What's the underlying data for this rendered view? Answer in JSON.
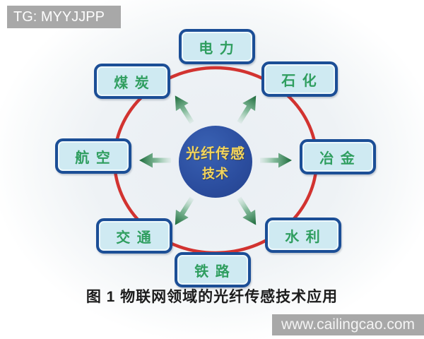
{
  "watermarks": {
    "top_left": "TG: MYYJJPP",
    "bottom_right": "www.cailingcao.com"
  },
  "diagram": {
    "center": {
      "line1": "光纤传感",
      "line2": "技术"
    },
    "nodes": [
      {
        "label": "电 力",
        "position": "top"
      },
      {
        "label": "石 化",
        "position": "top-right"
      },
      {
        "label": "冶 金",
        "position": "right"
      },
      {
        "label": "水 利",
        "position": "bottom-right"
      },
      {
        "label": "铁 路",
        "position": "bottom"
      },
      {
        "label": "交 通",
        "position": "bottom-left"
      },
      {
        "label": "航 空",
        "position": "left"
      },
      {
        "label": "煤 炭",
        "position": "top-left"
      }
    ],
    "arrow_count": 6
  },
  "caption": "图 1 物联网领域的光纤传感技术应用",
  "colors": {
    "ring_red": "#d23330",
    "node_fill": "#cfeaf2",
    "node_border": "#1b4e96",
    "node_text_green": "#2f9e5f",
    "center_fill": "#2b4d9e",
    "center_text_yellow": "#f2d45c",
    "arrow_green": "#1e6b3c",
    "watermark_bg": "#a8a8a8"
  }
}
